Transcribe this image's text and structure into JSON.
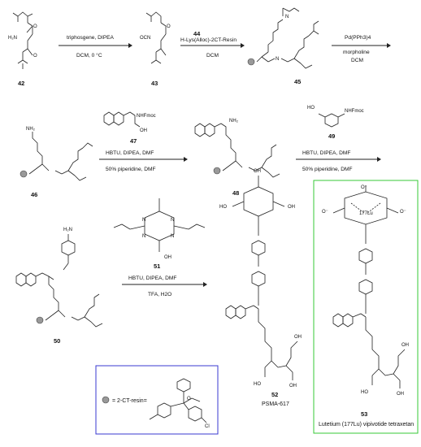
{
  "compounds": {
    "c42": "42",
    "c43": "43",
    "c44": "44",
    "c45": "45",
    "c46": "46",
    "c47": "47",
    "c48": "48",
    "c49": "49",
    "c50": "50",
    "c51": "51",
    "c52": "52",
    "c53": "53"
  },
  "names": {
    "c52": "PSMA-617",
    "c53": "Lutetium (177Lu) vipivotide tetraxetan"
  },
  "steps": {
    "s1_top": "triphosgene, DIPEA",
    "s1_bottom": "DCM, 0 °C",
    "s2_top": "H-Lys(Alloc)-2CT-Resin",
    "s2_bottom": "DCM",
    "s3_top": "Pd(PPh3)4",
    "s3_mid": "morpholine",
    "s3_bottom": "DCM",
    "s4_top": "HBTU, DIPEA, DMF",
    "s4_bottom": "50% piperidine, DMF",
    "s5_top": "HBTU, DIPEA, DMF",
    "s5_bottom": "50% piperidine, DMF",
    "s6_top": "HBTU, DIPEA, DMF",
    "s6_bottom": "TFA, H2O"
  },
  "legend": {
    "text": "= 2-CT-resin="
  },
  "atoms": {
    "H2N": "H₂N",
    "NH2": "NH₂",
    "OCN": "OCN",
    "NHFmoc": "NHFmoc",
    "O": "O",
    "OH": "OH",
    "HO": "HO",
    "N": "N",
    "H": "H",
    "Lu": "177Lu",
    "Cl": "Cl",
    "Om": "O⁻"
  },
  "colors": {
    "blue_box": "#3a3ad0",
    "green_box": "#37c837"
  }
}
